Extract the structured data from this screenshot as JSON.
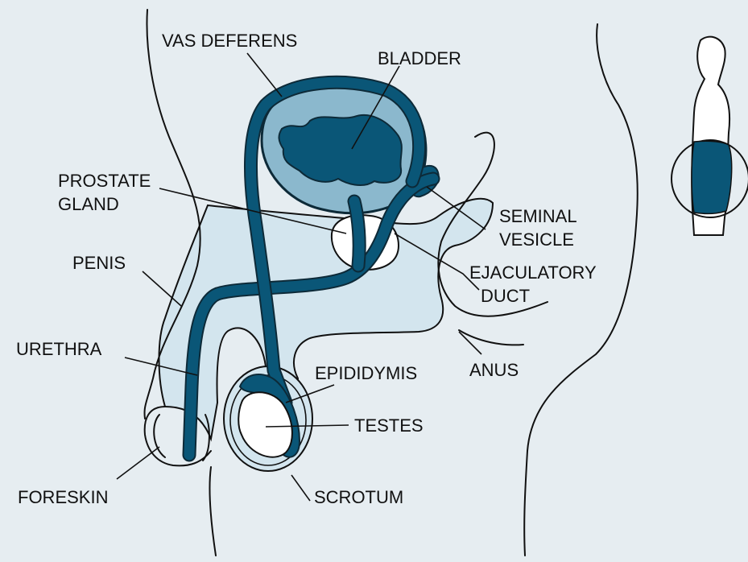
{
  "colors": {
    "background": "#e6edf1",
    "tissue": "#d3e5ee",
    "bladder_wall": "#8bb8cd",
    "dark_blue": "#0a5677",
    "organ_white": "#ffffff",
    "outline": "#111111"
  },
  "labels": {
    "vas_deferens": "VAS DEFERENS",
    "bladder": "BLADDER",
    "prostate_line1": "PROSTATE",
    "prostate_line2": "GLAND",
    "seminal_line1": "SEMINAL",
    "seminal_line2": "VESICLE",
    "penis": "PENIS",
    "ejaculatory_line1": "EJACULATORY",
    "ejaculatory_line2": "DUCT",
    "urethra": "URETHRA",
    "anus": "ANUS",
    "epididymis": "EPIDIDYMIS",
    "testes": "TESTES",
    "foreskin": "FORESKIN",
    "scrotum": "SCROTUM"
  },
  "inset": {
    "icon": "body-silhouette-with-highlight-circle"
  }
}
